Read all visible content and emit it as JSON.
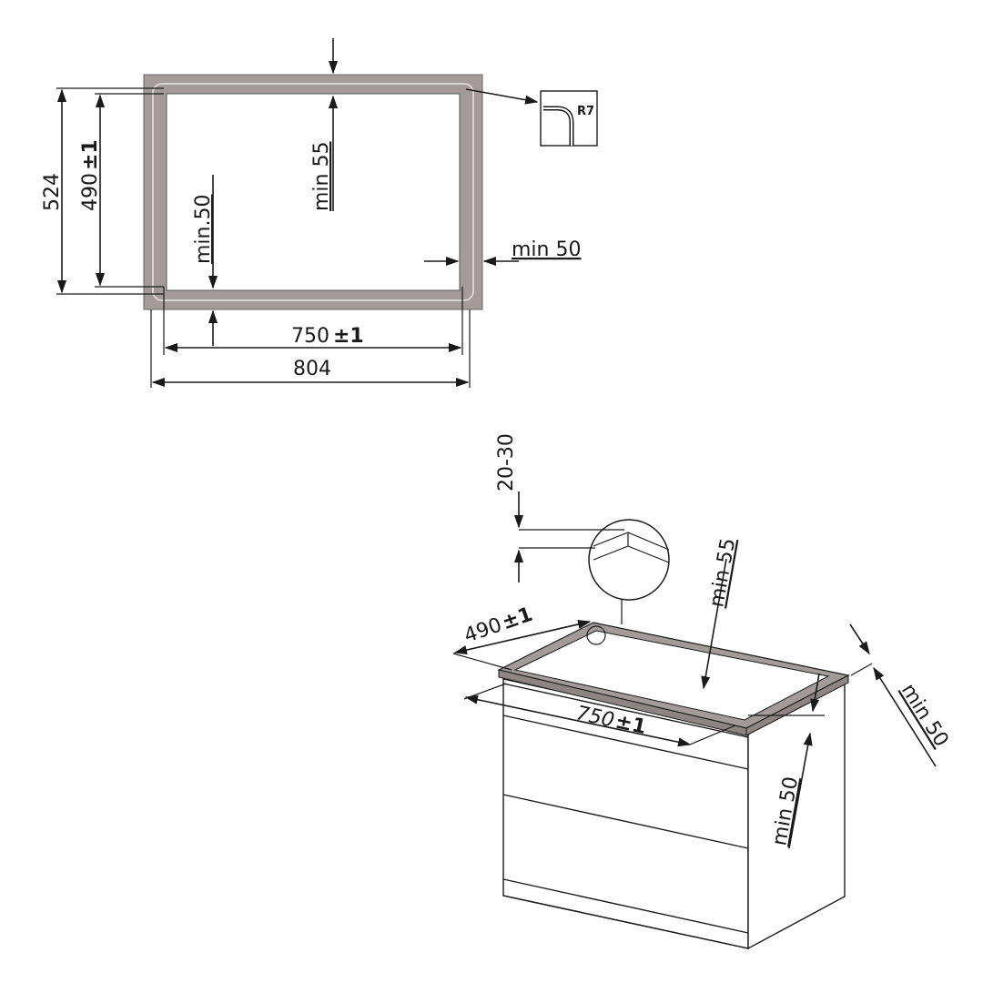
{
  "top_view": {
    "height_outer": "524",
    "height_inner_value": "490",
    "height_inner_tol": "±1",
    "min_top": "min 55",
    "min_left": "min.50",
    "min_right": "min 50",
    "width_inner_value": "750",
    "width_inner_tol": "±1",
    "width_outer": "804",
    "corner_radius": "R7"
  },
  "iso_view": {
    "recess_depth": "20-30",
    "depth_value": "490",
    "depth_tol": "±1",
    "width_value": "750",
    "width_tol": "±1",
    "min_back": "min 55",
    "min_side": "min 50",
    "min_front": "min 50"
  },
  "colors": {
    "frame": "#a39a9a",
    "frame_inner": "#d9d4d4",
    "line": "#1a1a1a"
  }
}
